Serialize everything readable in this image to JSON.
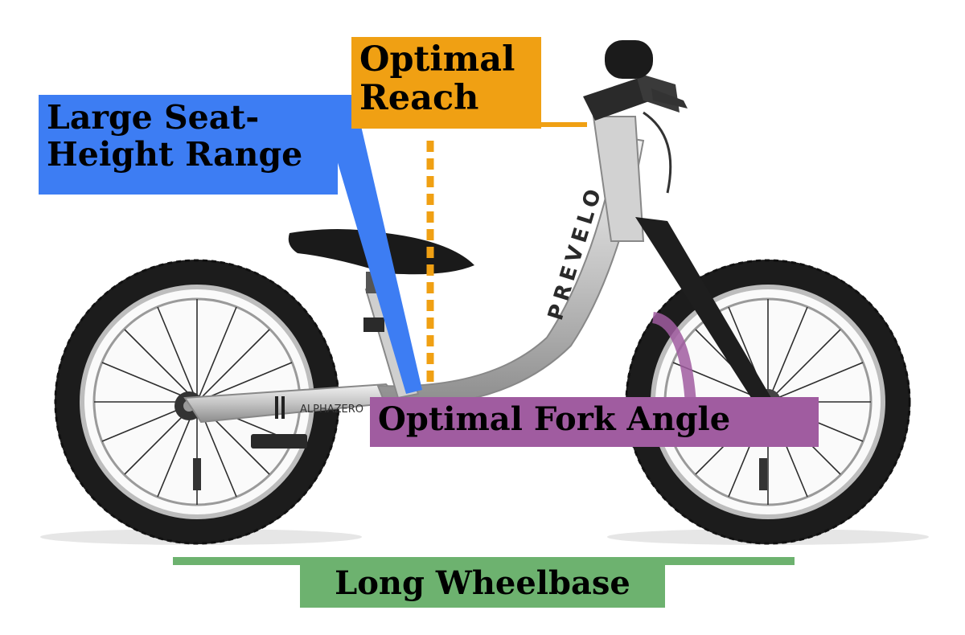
{
  "callouts": {
    "seat_height": {
      "line1": "Large Seat-",
      "line2": "Height Range",
      "color": "#3d7df3"
    },
    "reach": {
      "line1": "Optimal",
      "line2": "Reach",
      "color": "#f0a013"
    },
    "fork_angle": {
      "text": "Optimal Fork Angle",
      "color": "#a05ca0"
    },
    "wheelbase": {
      "text": "Long Wheelbase",
      "color": "#6db26f"
    }
  },
  "bike": {
    "brand": "PREVELO",
    "model": "ALPHAZERO",
    "frame_color": "#c9c9c9",
    "tire_color": "#1c1c1c"
  }
}
